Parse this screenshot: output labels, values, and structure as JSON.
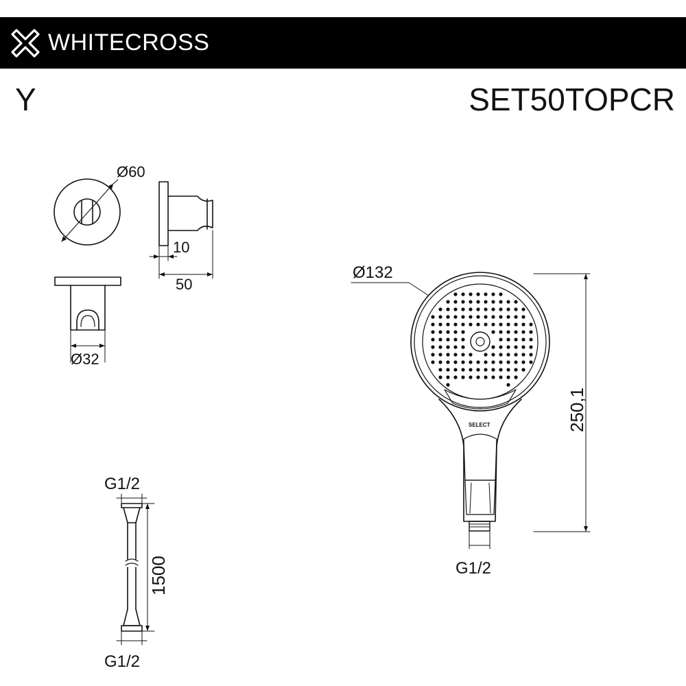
{
  "header": {
    "brand_name": "WHITECROSS",
    "background": "#000000",
    "text_color": "#ffffff",
    "logo_icon": "cross-knot-icon"
  },
  "series_label": "Y",
  "model_code": "SET50TOPCR",
  "holder": {
    "diameter_label": "Ø60",
    "depth_label": "10",
    "length_label": "50",
    "cradle_label": "Ø32"
  },
  "hose": {
    "top_thread_label": "G1/2",
    "length_label": "1500",
    "bottom_thread_label": "G1/2"
  },
  "hand_shower": {
    "head_diameter_label": "Ø132",
    "height_label": "250,1",
    "button_label": "SELECT",
    "thread_label": "G1/2"
  }
}
